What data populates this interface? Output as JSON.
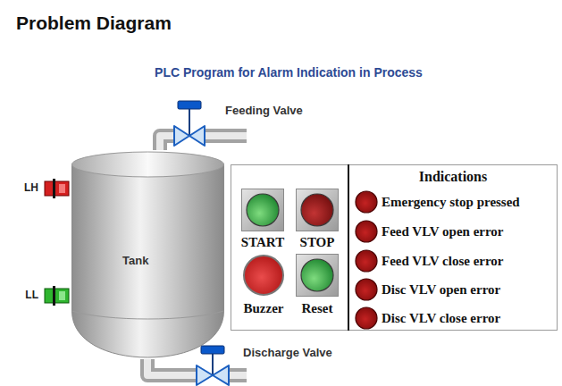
{
  "diagram": {
    "title": "Problem Diagram",
    "nodes": [
      {
        "text": [
          "Feeding Valve"
        ]
      },
      {
        "text": [
          "LH"
        ]
      },
      {
        "text": [
          "Tank"
        ]
      },
      {
        "text": [
          "LL"
        ]
      },
      {
        "text": [
          "Discharge Valve"
        ]
      },
      {
        "text": [
          "START"
        ]
      },
      {
        "text": [
          "STOP"
        ]
      },
      {
        "text": [
          "Buzzer"
        ]
      },
      {
        "text": [
          "Reset"
        ]
      },
      {
        "text": [
          "Indications"
        ]
      },
      {
        "text": [
          "Emergency stop pressed"
        ],
        "in": 9
      },
      {
        "text": [
          "Feed VLV open error"
        ],
        "in": 9
      },
      {
        "text": [
          "Feed VLV close error"
        ],
        "in": 9
      },
      {
        "text": [
          "Disc VLV open error"
        ],
        "in": 9
      },
      {
        "text": [
          "Disc VLV close error"
        ],
        "in": 9
      }
    ],
    "edges": [
      {
        "from": 0,
        "to": 2,
        "arrow": "none"
      },
      {
        "from": 2,
        "to": 4,
        "arrow": "none"
      }
    ],
    "labels": [
      "PLC Program for Alarm Indication in Process"
    ]
  }
}
